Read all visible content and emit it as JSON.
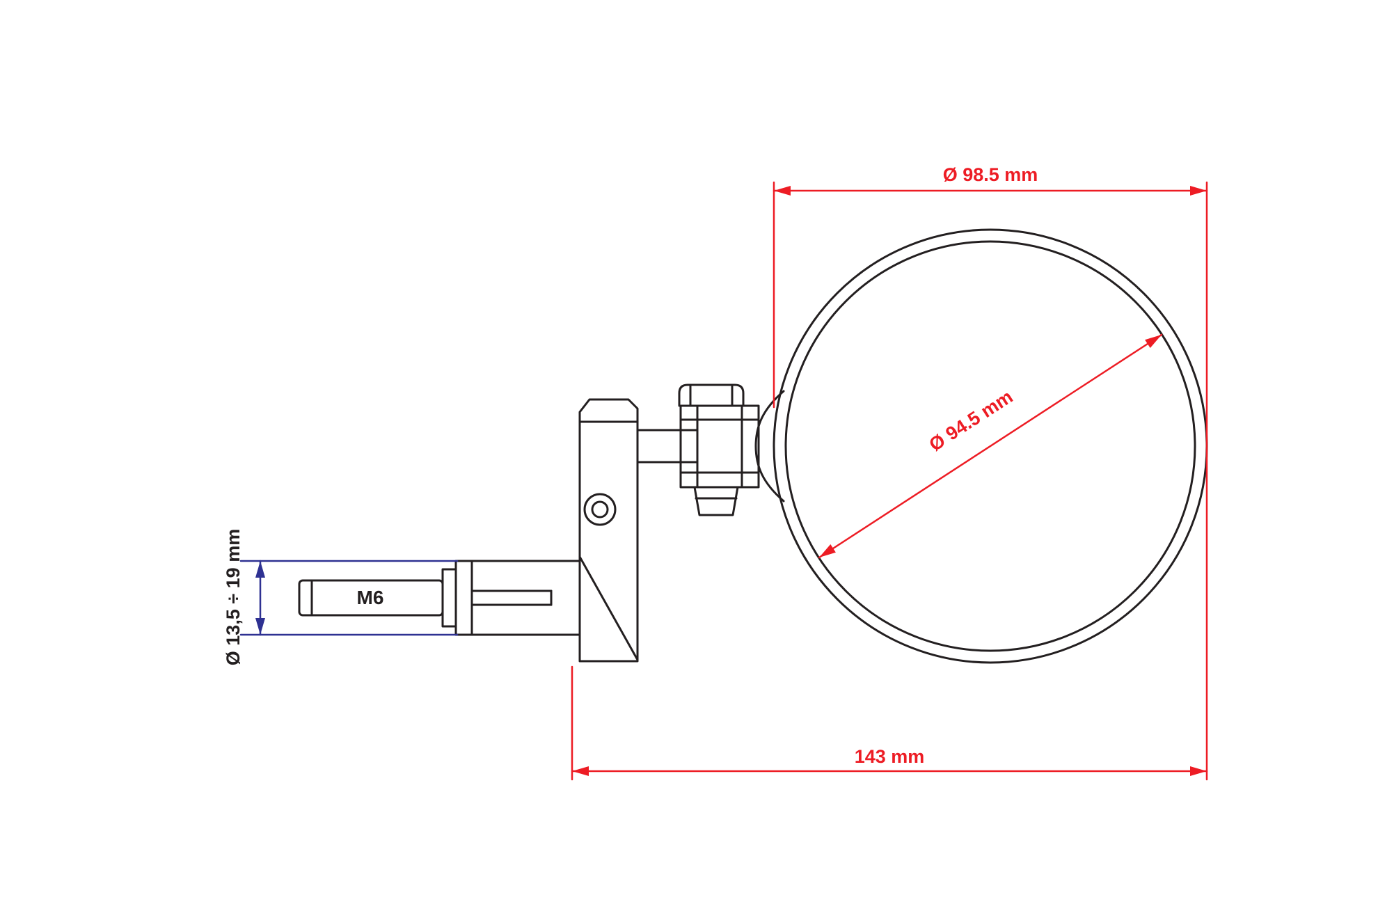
{
  "drawing": {
    "background": "#ffffff",
    "colors": {
      "outline_black": "#231f20",
      "dimension_red": "#ed1c24",
      "dimension_blue": "#2e3192",
      "label_black": "#231f20"
    },
    "labels": {
      "outer_diameter": "Ø 98.5 mm",
      "mirror_diameter": "Ø 94.5 mm",
      "overall_length": "143 mm",
      "clamp_diameter_range": "Ø 13,5 ÷ 19 mm",
      "thread_size": "M6"
    },
    "values": {
      "outer_diameter_mm": 98.5,
      "mirror_diameter_mm": 94.5,
      "overall_length_mm": 143,
      "clamp_diameter_min_mm": 13.5,
      "clamp_diameter_max_mm": 19,
      "thread": "M6"
    }
  }
}
